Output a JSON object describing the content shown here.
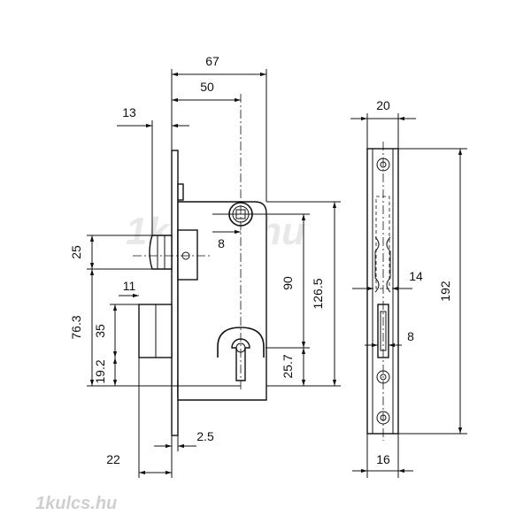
{
  "watermark": {
    "center": "1kulcs.hu",
    "corner": "1kulcs.hu"
  },
  "dimensions": {
    "width_67": "67",
    "backset_50": "50",
    "front_13": "13",
    "width_20": "20",
    "height_25": "25",
    "offset_8": "8",
    "height_90": "90",
    "height_126_5": "126.5",
    "width_14": "14",
    "height_192": "192",
    "width_11": "11",
    "height_76_3": "76.3",
    "height_35": "35",
    "slot_8": "8",
    "height_19_2": "19.2",
    "height_25_7": "25.7",
    "thick_2_5": "2.5",
    "width_22": "22",
    "width_16": "16"
  }
}
